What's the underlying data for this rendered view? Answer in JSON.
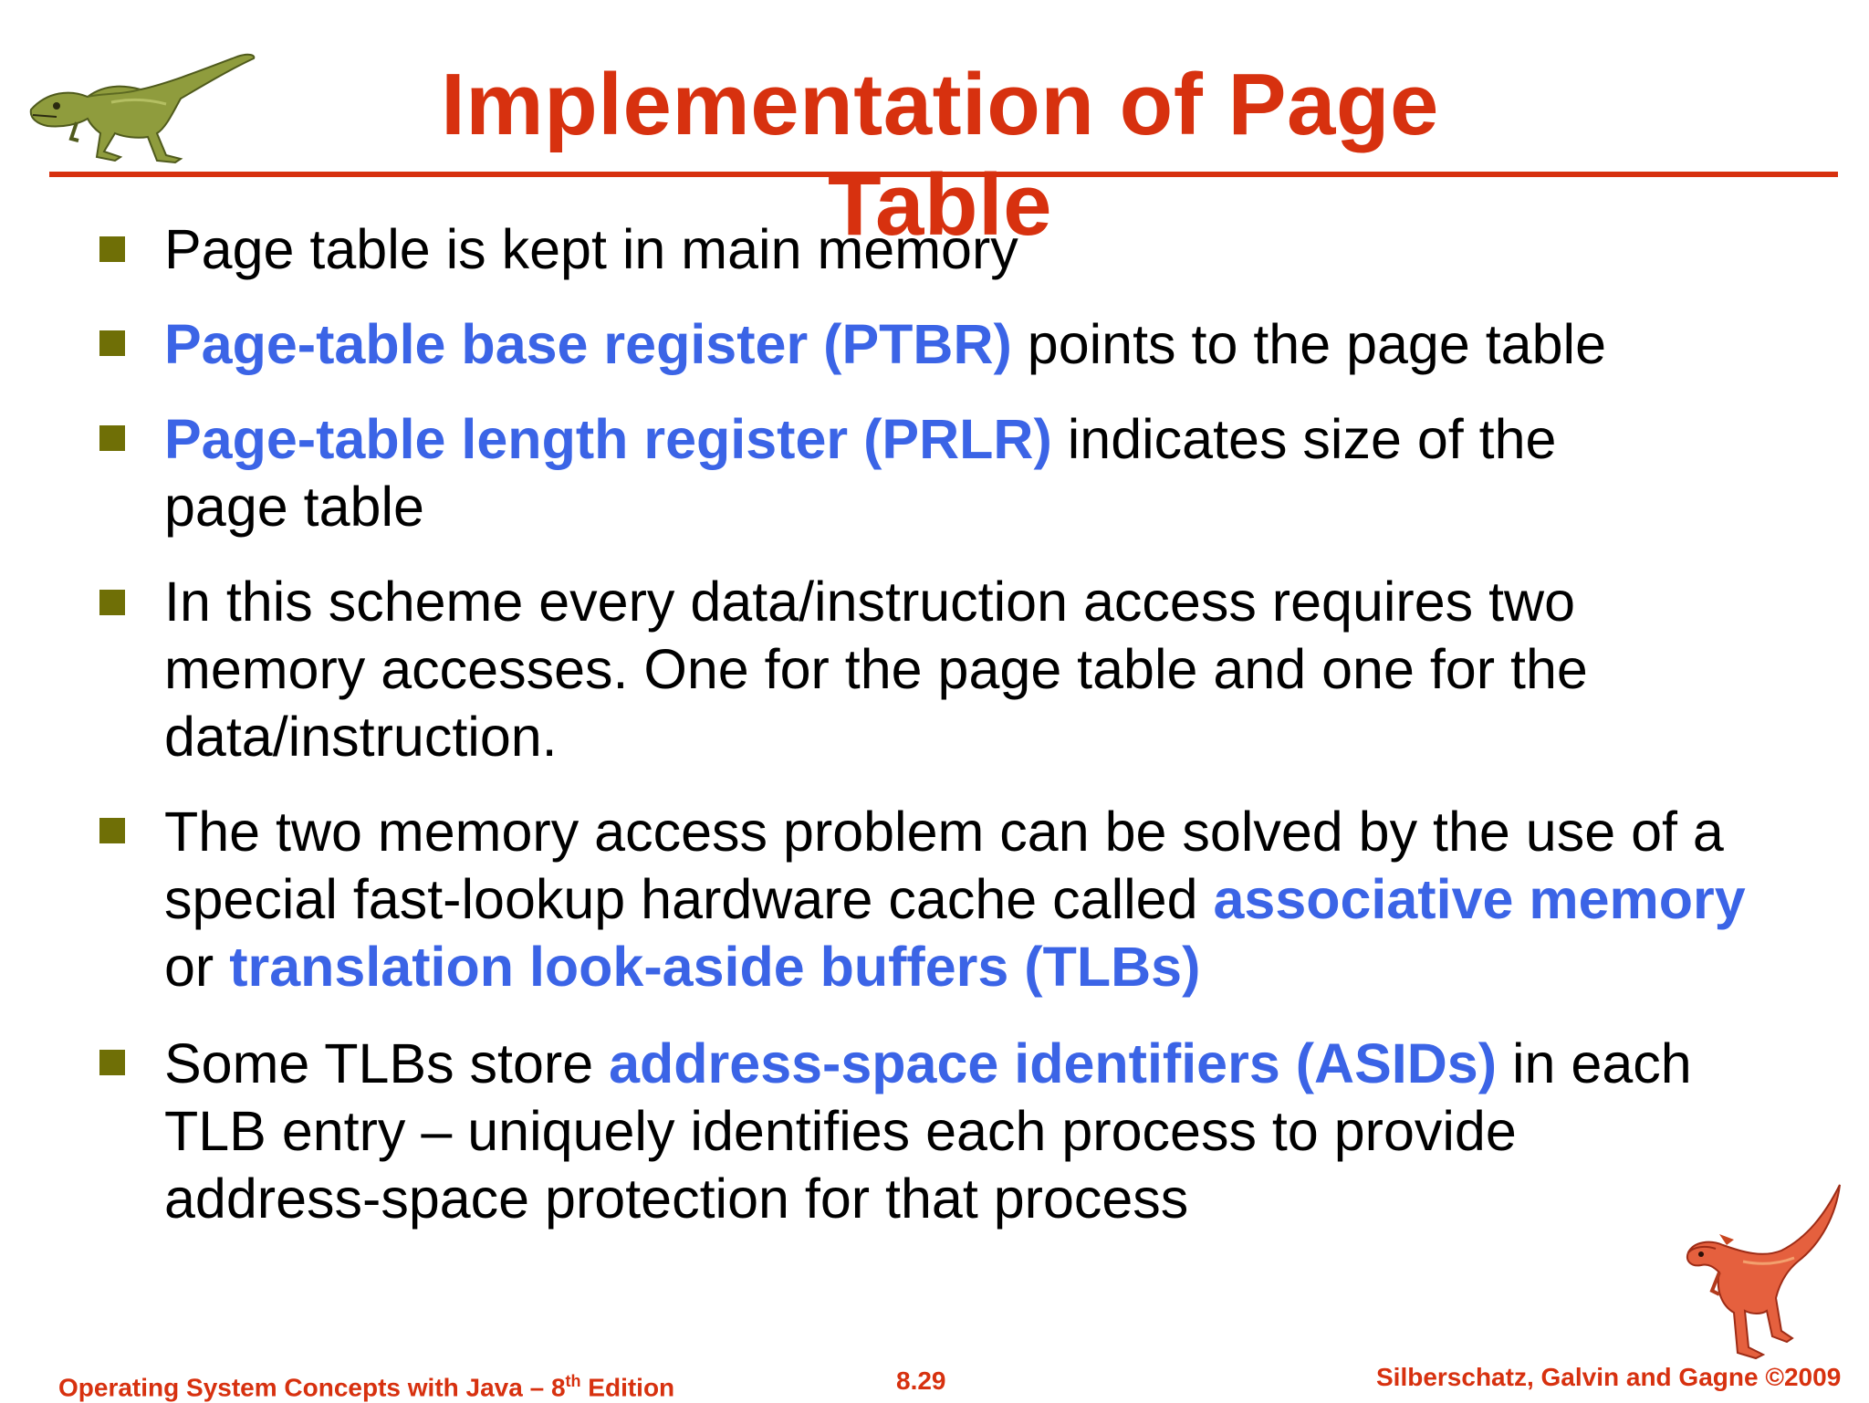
{
  "title": "Implementation of Page Table",
  "bullets": [
    {
      "text": "Page table is kept in main memory"
    },
    {
      "hl1": "Page-table base register (PTBR)",
      "rest": " points to the page table"
    },
    {
      "hl1": "Page-table length register (PRLR)",
      "rest": " indicates size of the page table"
    },
    {
      "text": "In this scheme every data/instruction access requires two memory accesses.  One for the page table and one for the data/instruction."
    },
    {
      "pre": "The two memory access problem can be solved by the use of a special fast-lookup hardware cache called ",
      "hl1": "associative memory",
      "mid": " or ",
      "hl2": "translation look-aside buffers (TLBs)"
    },
    {
      "pre": "Some TLBs store ",
      "hl1": "address-space identifiers (ASIDs)",
      "rest": " in each TLB entry – uniquely identifies each process to provide address-space protection for that process"
    }
  ],
  "footer": {
    "left_prefix": "Operating System Concepts  with Java – 8",
    "left_sup": "th",
    "left_suffix": " Edition",
    "center": "8.29",
    "right": "Silberschatz, Galvin and Gagne ©2009"
  },
  "colors": {
    "title": "#d7310f",
    "highlight": "#3b64e6",
    "bullet_marker": "#6f6f06"
  },
  "icons": {
    "top_left": "dinosaur-green-icon",
    "bottom_right": "dinosaur-red-icon"
  }
}
